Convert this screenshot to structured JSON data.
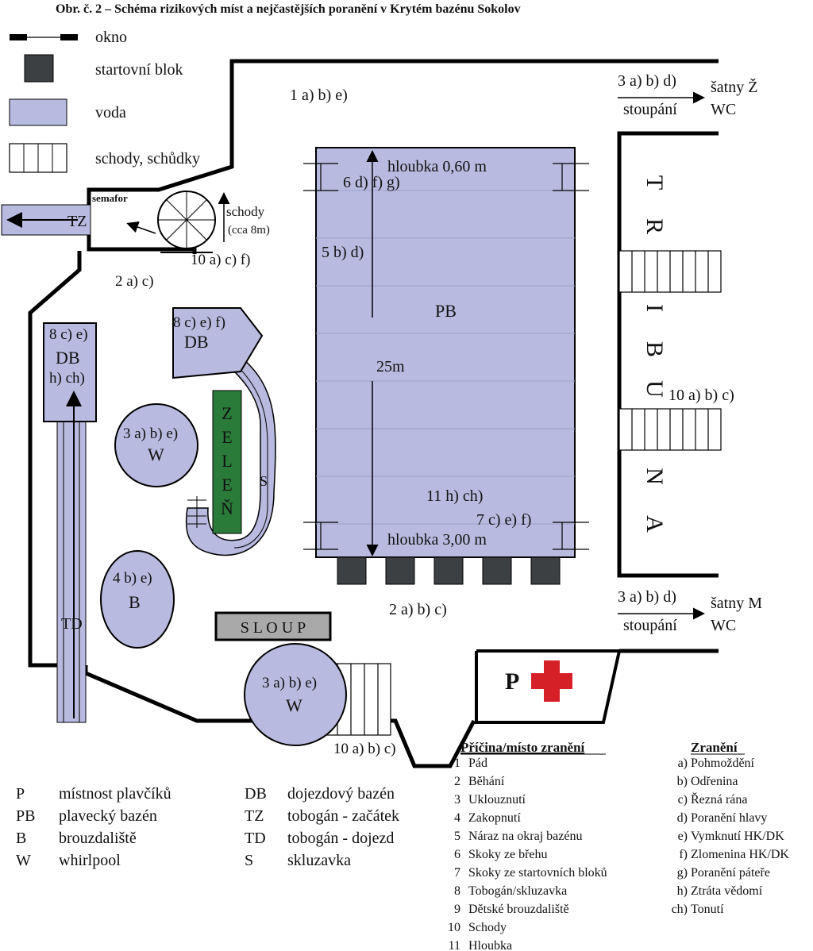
{
  "title": "Obr. č. 2 – Schéma rizikových míst a nejčastějších poranění v Krytém bazénu Sokolov",
  "legend": {
    "okno": "okno",
    "startovni_blok": "startovní blok",
    "voda": "voda",
    "schody": "schody, schůdky"
  },
  "colors": {
    "water": "#b8bbdf",
    "block": "#3d4043",
    "green": "#2a7a3a",
    "red_cross": "#d62027",
    "wall": "#000000"
  },
  "labels": {
    "top_1": "1 a) b) e)",
    "zatky_z_top": "3 a) b) d)",
    "zatky_z_arrow": "stoupání",
    "satny_z_1": "šatny Ž",
    "satny_z_2": "WC",
    "semafor": "semafor",
    "tz_label": "TZ",
    "schody": "schody",
    "schody_len": "(cca 8m)",
    "zone_10a_top": "10 a) c) f)",
    "zone_2a_top": "2 a) c)",
    "hloubka_060": "hloubka 0,60 m",
    "zone_6": "6 d) f) g)",
    "zone_5": "5 b) d)",
    "pb": "PB",
    "len_25": "25m",
    "zone_11": "11 h) ch)",
    "zone_7": "7 c) e) f)",
    "hloubka_300": "hloubka 3,00 m",
    "zone_2abc": "2 a) b) c)",
    "db_left_1": "8 c) e)",
    "db_left_2": "DB",
    "db_left_3": "h) ch)",
    "db_right_1": "8 c) e) f)",
    "db_right_2": "DB",
    "w1_1": "3 a) b) e)",
    "w1_2": "W",
    "b_1": "4 b) e)",
    "b_2": "B",
    "td": "TD",
    "zelen": [
      "Z",
      "E",
      "L",
      "E",
      "Ň"
    ],
    "s_label": "S",
    "sloup": "S L O U P",
    "w2_1": "3 a) b) e)",
    "w2_2": "W",
    "zone_10abc_bottom": "10 a) b) c)",
    "tribuna": [
      "T",
      "R",
      "I",
      "B",
      "U",
      "N",
      "A"
    ],
    "zone_10abc_tribuna": "10 a) b) c)",
    "zatky_m_top": "3 a) b) d)",
    "zatky_m_arrow": "stoupání",
    "satny_m_1": "šatny M",
    "satny_m_2": "WC",
    "p_label": "P"
  },
  "abbrev": [
    {
      "k": "P",
      "v": "místnost plavčíků"
    },
    {
      "k": "PB",
      "v": "plavecký bazén"
    },
    {
      "k": "B",
      "v": "brouzdaliště"
    },
    {
      "k": "W",
      "v": "whirlpool"
    }
  ],
  "abbrev2": [
    {
      "k": "DB",
      "v": "dojezdový bazén"
    },
    {
      "k": "TZ",
      "v": "tobogán - začátek"
    },
    {
      "k": "TD",
      "v": "tobogán - dojezd"
    },
    {
      "k": "S",
      "v": "skluzavka"
    }
  ],
  "causes": {
    "heading": "Příčina/místo zranění",
    "items": [
      {
        "n": "1",
        "t": "Pád"
      },
      {
        "n": "2",
        "t": "Běhání"
      },
      {
        "n": "3",
        "t": "Uklouznutí"
      },
      {
        "n": "4",
        "t": "Zakopnutí"
      },
      {
        "n": "5",
        "t": "Náraz na okraj bazénu"
      },
      {
        "n": "6",
        "t": "Skoky ze břehu"
      },
      {
        "n": "7",
        "t": "Skoky ze startovních bloků"
      },
      {
        "n": "8",
        "t": "Tobogán/skluzavka"
      },
      {
        "n": "9",
        "t": "Dětské brouzdaliště"
      },
      {
        "n": "10",
        "t": "Schody"
      },
      {
        "n": "11",
        "t": "Hloubka"
      }
    ]
  },
  "injuries": {
    "heading": "Zranění",
    "items": [
      {
        "n": "a)",
        "t": "Pohmoždění"
      },
      {
        "n": "b)",
        "t": "Odřenina"
      },
      {
        "n": "c)",
        "t": "Řezná rána"
      },
      {
        "n": "d)",
        "t": "Poranění hlavy"
      },
      {
        "n": "e)",
        "t": "Vymknutí HK/DK"
      },
      {
        "n": "f)",
        "t": "Zlomenina HK/DK"
      },
      {
        "n": "g)",
        "t": "Poranění páteře"
      },
      {
        "n": "h)",
        "t": "Ztráta vědomí"
      },
      {
        "n": "ch)",
        "t": "Tonutí"
      }
    ]
  }
}
